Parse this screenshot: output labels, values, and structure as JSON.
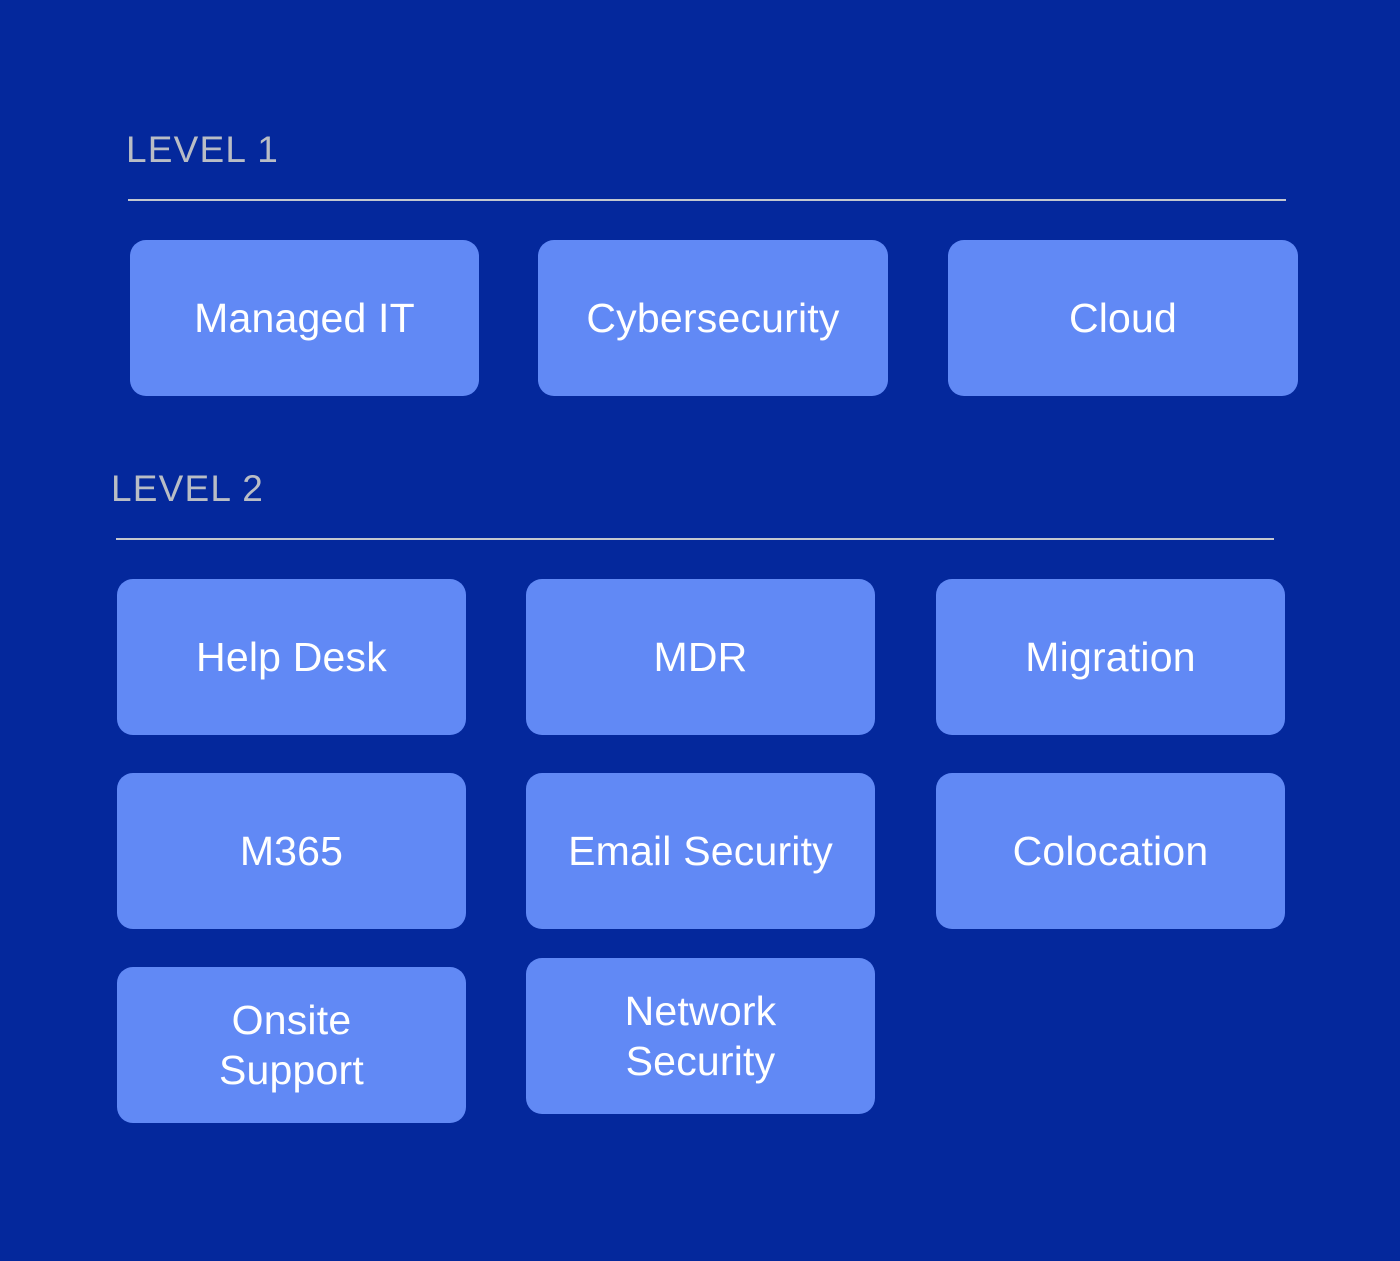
{
  "theme": {
    "background_color": "#04289c",
    "card_color": "#6189f5",
    "card_text_color": "#ffffff",
    "header_text_color": "#b9bdc5",
    "divider_color": "#c3c7cf"
  },
  "sections": [
    {
      "title": "LEVEL 1",
      "cards": [
        {
          "label": "Managed IT"
        },
        {
          "label": "Cybersecurity"
        },
        {
          "label": "Cloud"
        }
      ]
    },
    {
      "title": "LEVEL 2",
      "cards": [
        {
          "label": "Help Desk"
        },
        {
          "label": "MDR"
        },
        {
          "label": "Migration"
        },
        {
          "label": "M365"
        },
        {
          "label": "Email Security"
        },
        {
          "label": "Colocation"
        },
        {
          "label": "Onsite\nSupport"
        },
        {
          "label": "Network\nSecurity"
        }
      ]
    }
  ]
}
